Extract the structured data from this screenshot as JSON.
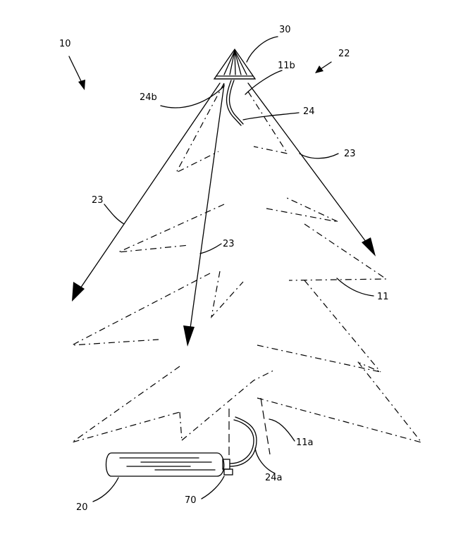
{
  "figure": {
    "labels": {
      "ref_10": "10",
      "ref_30": "30",
      "ref_22": "22",
      "ref_11b": "11b",
      "ref_24b": "24b",
      "ref_24": "24",
      "ref_23_right": "23",
      "ref_23_left": "23",
      "ref_23_center": "23",
      "ref_11": "11",
      "ref_11a": "11a",
      "ref_24a": "24a",
      "ref_20": "20",
      "ref_70": "70"
    }
  }
}
